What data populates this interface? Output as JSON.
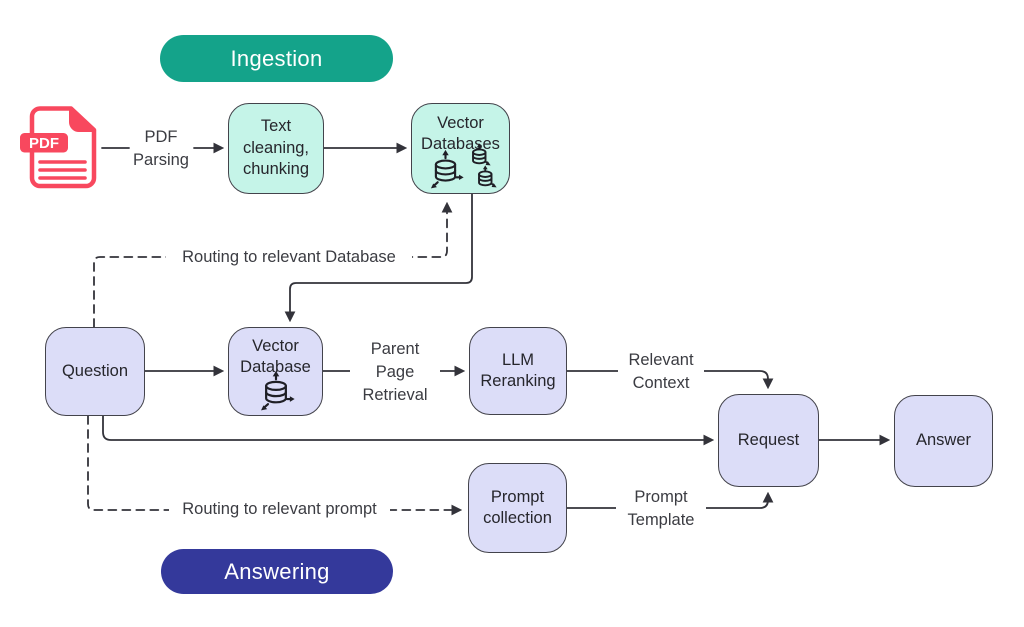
{
  "sections": {
    "ingestion": "Ingestion",
    "answering": "Answering"
  },
  "nodes": {
    "pdf_badge": "PDF",
    "text_cleaning": "Text\ncleaning,\nchunking",
    "vector_databases": "Vector\nDatabases",
    "question": "Question",
    "vector_database": "Vector\nDatabase",
    "llm_reranking": "LLM\nReranking",
    "request": "Request",
    "answer": "Answer",
    "prompt_collection": "Prompt\ncollection"
  },
  "edges": {
    "pdf_parsing": "PDF\nParsing",
    "routing_database": "Routing to relevant Database",
    "parent_page_retrieval": "Parent\nPage\nRetrieval",
    "relevant_context": "Relevant\nContext",
    "prompt_template": "Prompt\nTemplate",
    "routing_prompt": "Routing to relevant prompt"
  },
  "colors": {
    "ingestion_pill": "#14A38A",
    "answering_pill": "#34399B",
    "mint_node_fill": "#C5F4E8",
    "lavender_node_fill": "#DCDDF8",
    "pdf_icon_red": "#F8485E",
    "connector_line": "#33333A"
  }
}
